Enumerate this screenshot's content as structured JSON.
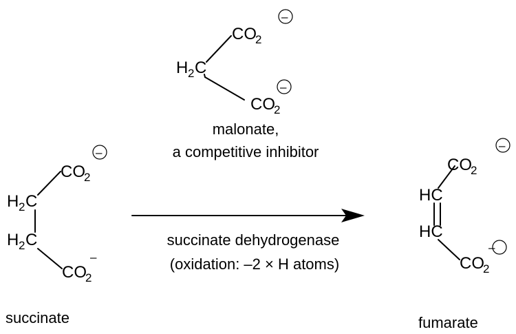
{
  "malonate": {
    "group_top": "CO",
    "group_top_sub": "2",
    "group_bottom": "CO",
    "group_bottom_sub": "2",
    "center": "H",
    "center_sub": "2",
    "center_c": "C",
    "label_line1": "malonate,",
    "label_line2": "a competitive inhibitor"
  },
  "succinate": {
    "group_top": "CO",
    "group_top_sub": "2",
    "group_bottom": "CO",
    "group_bottom_sub": "2",
    "ch2_top": "H",
    "ch2_top_sub": "2",
    "ch2_top_c": "C",
    "ch2_bottom": "H",
    "ch2_bottom_sub": "2",
    "ch2_bottom_c": "C",
    "label": "succinate"
  },
  "fumarate": {
    "group_top": "CO",
    "group_top_sub": "2",
    "group_bottom": "CO",
    "group_bottom_sub": "2",
    "hc_top": "HC",
    "hc_bottom": "HC",
    "label": "fumarate"
  },
  "reaction": {
    "enzyme": "succinate dehydrogenase",
    "note": "(oxidation: –2 × H atoms)"
  },
  "charge_symbol": "–"
}
